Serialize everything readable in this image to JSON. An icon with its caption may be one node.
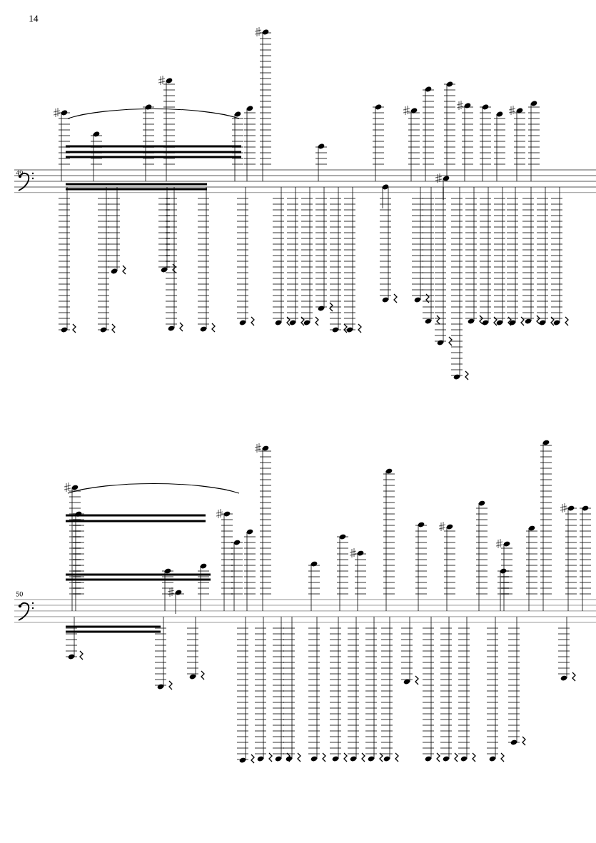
{
  "diagram": {
    "labels": [
      "14",
      "49",
      "50"
    ]
  }
}
